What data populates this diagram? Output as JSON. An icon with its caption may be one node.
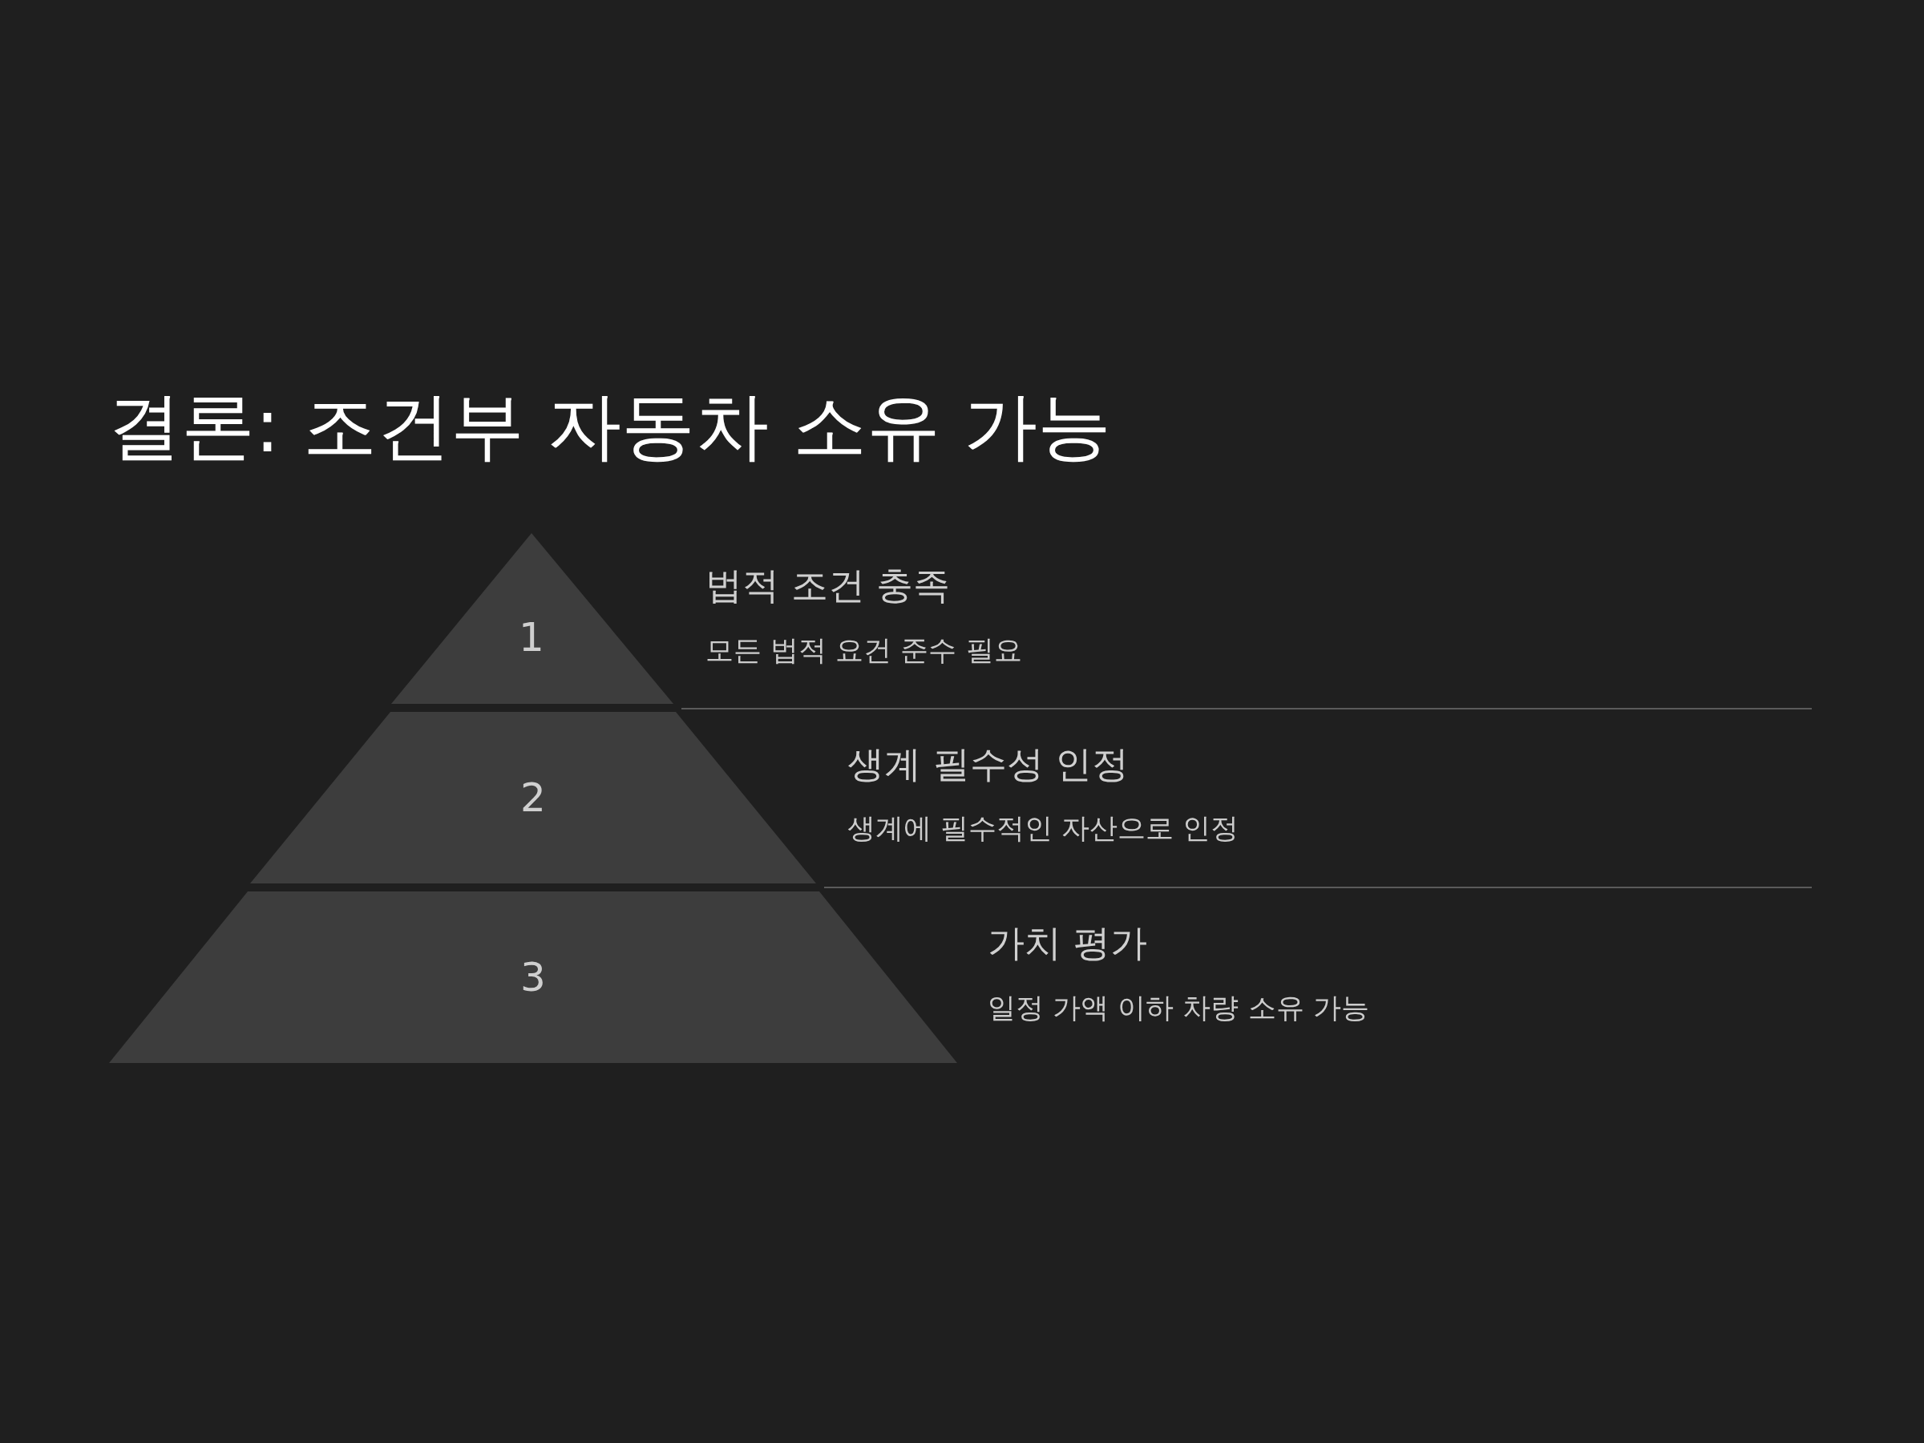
{
  "diagram": {
    "title": "결론: 조건부 자동차 소유 가능",
    "nodes": [
      {
        "text": [
          "1"
        ],
        "beside": [
          "법적 조건 충족",
          "모든 법적 요건 준수 필요"
        ]
      },
      {
        "text": [
          "2"
        ],
        "beside": [
          "생계 필수성 인정",
          "생계에 필수적인 자산으로 인정"
        ]
      },
      {
        "text": [
          "3"
        ],
        "beside": [
          "가치 평가",
          "일정 가액 이하 차량 소유 가능"
        ]
      }
    ],
    "edges": []
  }
}
